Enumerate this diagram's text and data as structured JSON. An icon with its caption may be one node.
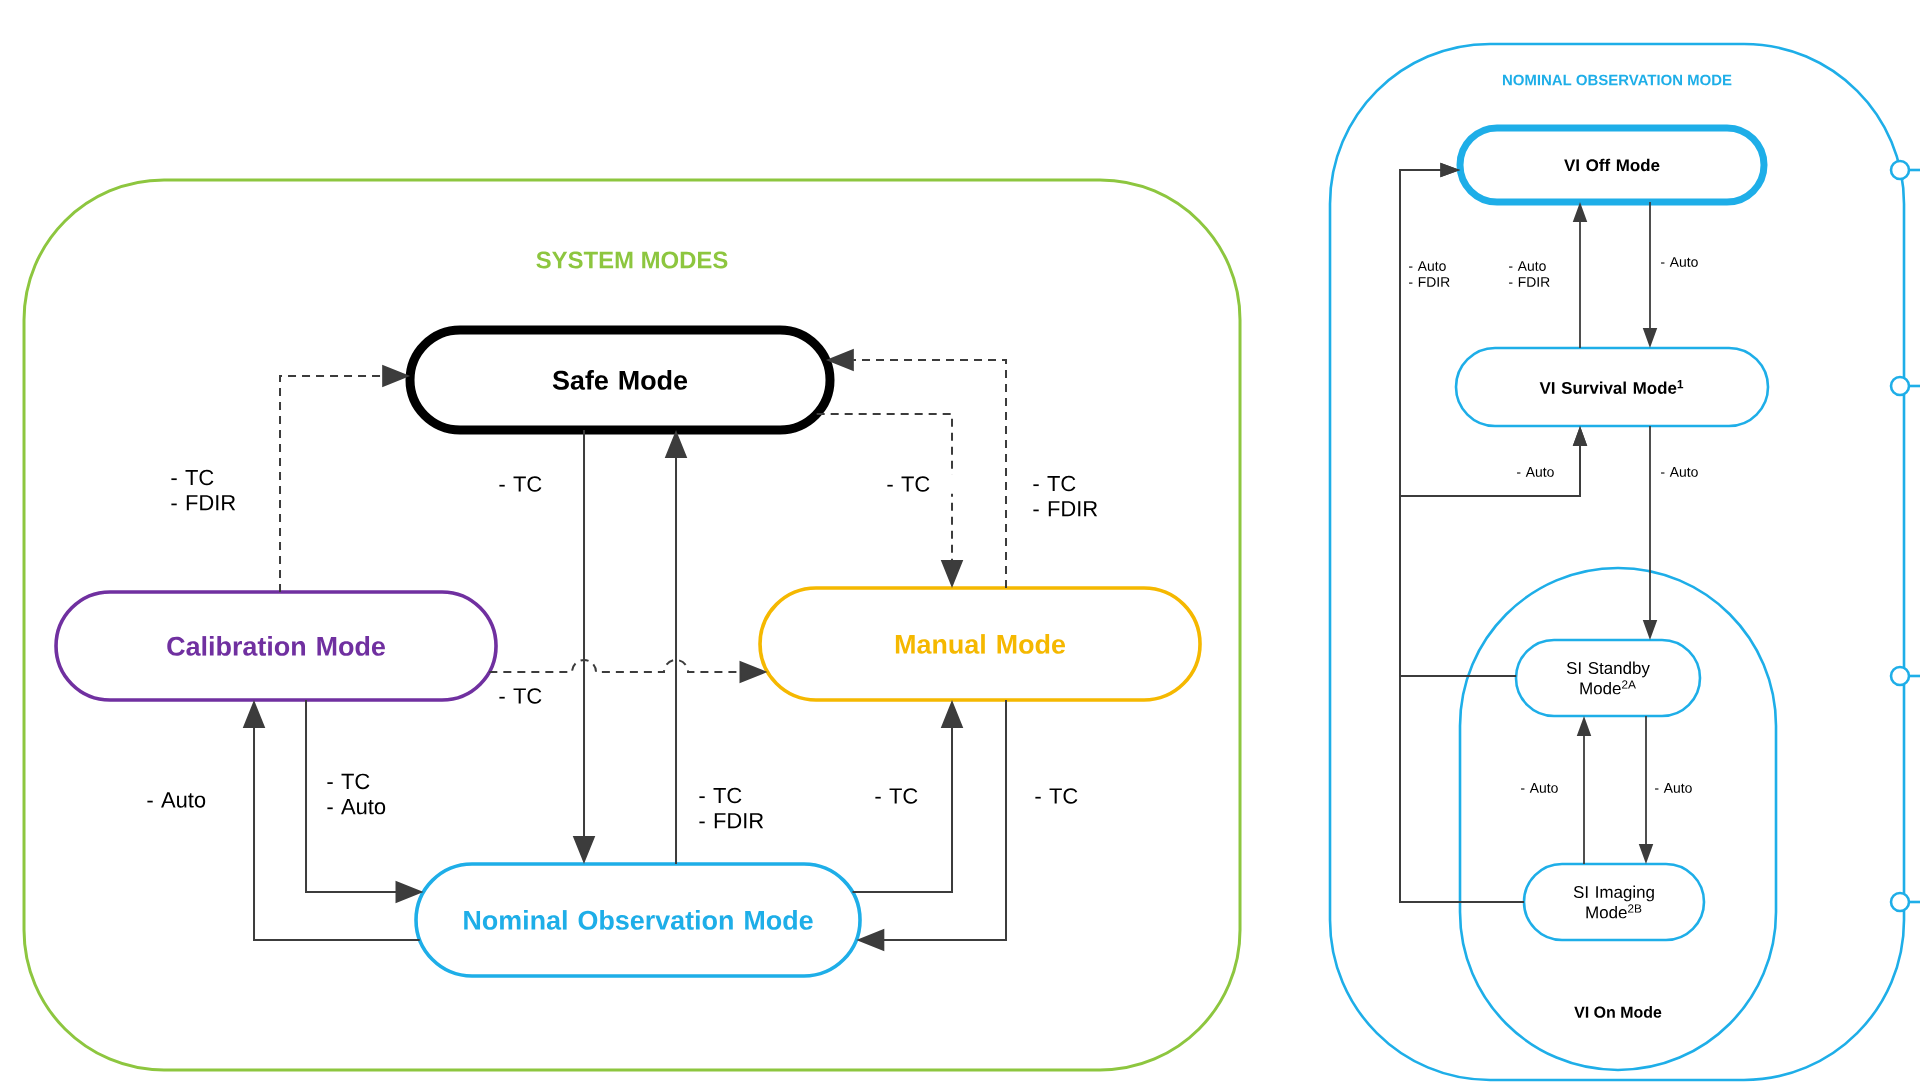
{
  "diagram": {
    "nodes": [
      {
        "text": [
          "SYSTEM MODES"
        ]
      },
      {
        "text": [
          "Safe Mode"
        ],
        "in": 0
      },
      {
        "text": [
          "Calibration Mode"
        ],
        "in": 0
      },
      {
        "text": [
          "Manual Mode"
        ],
        "in": 0
      },
      {
        "text": [
          "Nominal Observation Mode"
        ],
        "in": 0
      },
      {
        "text": [
          "NOMINAL OBSERVATION MODE"
        ]
      },
      {
        "text": [
          "VI Off Mode"
        ],
        "in": 5
      },
      {
        "text": [
          "VI Survival Mode$^{1}$"
        ],
        "in": 5
      },
      {
        "text": [
          "VI On Mode"
        ],
        "in": 5
      },
      {
        "text": [
          "SI Standby Mode$^{2A}$"
        ],
        "in": 8
      },
      {
        "text": [
          "SI Imaging Mode$^{2B}$"
        ],
        "in": 8
      }
    ],
    "edges": [
      {
        "from": 2,
        "to": 1,
        "arrow": "to",
        "style": "dashed",
        "label": "- TC - FDIR"
      },
      {
        "from": 1,
        "to": 3,
        "arrow": "to",
        "style": "dashed",
        "label": "- TC"
      },
      {
        "from": 3,
        "to": 1,
        "arrow": "to",
        "style": "dashed",
        "label": "- TC - FDIR"
      },
      {
        "from": 2,
        "to": 3,
        "arrow": "to",
        "style": "dashed",
        "label": "- TC"
      },
      {
        "from": 1,
        "to": 4,
        "arrow": "to",
        "label": "- TC"
      },
      {
        "from": 4,
        "to": 1,
        "arrow": "to",
        "label": "- TC - FDIR"
      },
      {
        "from": 4,
        "to": 3,
        "arrow": "to",
        "label": "- TC"
      },
      {
        "from": 3,
        "to": 4,
        "arrow": "to",
        "label": "- TC"
      },
      {
        "from": 4,
        "to": 2,
        "arrow": "to",
        "label": "- Auto"
      },
      {
        "from": 2,
        "to": 4,
        "arrow": "to",
        "label": "- TC - Auto"
      },
      {
        "from": 6,
        "to": 7,
        "arrow": "to",
        "label": "- Auto"
      },
      {
        "from": 7,
        "to": 6,
        "arrow": "to",
        "label": "- Auto - FDIR"
      },
      {
        "from": 9,
        "to": 6,
        "arrow": "to",
        "label": "- Auto - FDIR"
      },
      {
        "from": 10,
        "to": 6,
        "arrow": "to"
      },
      {
        "from": 9,
        "to": 7,
        "arrow": "to",
        "label": "- Auto"
      },
      {
        "from": 10,
        "to": 7,
        "arrow": "to"
      },
      {
        "from": 7,
        "to": 9,
        "arrow": "to",
        "label": "- Auto"
      },
      {
        "from": 9,
        "to": 10,
        "arrow": "to",
        "label": "- Auto"
      },
      {
        "from": 10,
        "to": 9,
        "arrow": "to",
        "label": "- Auto"
      }
    ]
  }
}
